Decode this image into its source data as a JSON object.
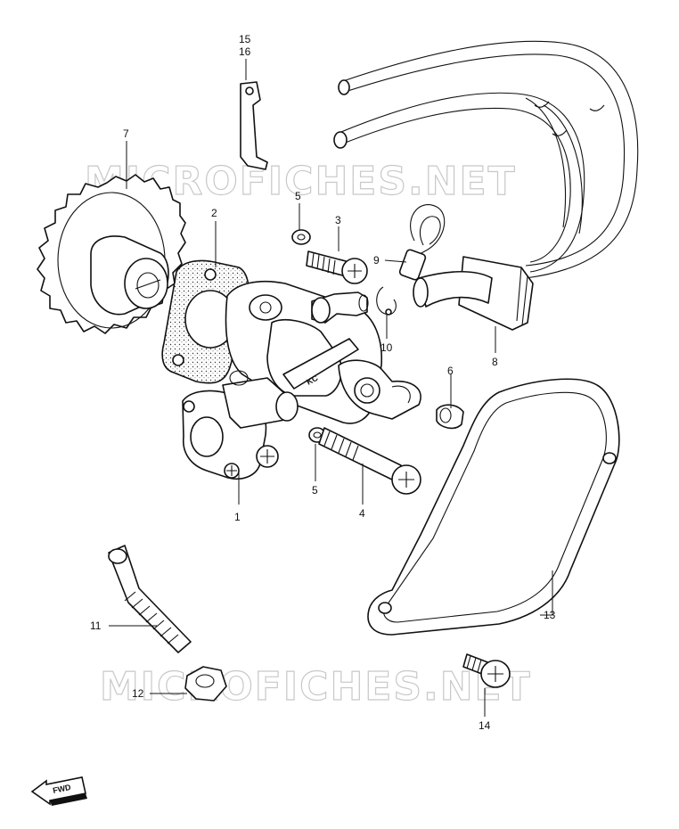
{
  "watermarks": [
    "MICROFICHES.NET",
    "MICROFICHES.NET"
  ],
  "fwd_label": "FWD",
  "callouts": [
    {
      "id": "1",
      "text": "1"
    },
    {
      "id": "2",
      "text": "2"
    },
    {
      "id": "3",
      "text": "3"
    },
    {
      "id": "4",
      "text": "4"
    },
    {
      "id": "5a",
      "text": "5"
    },
    {
      "id": "5b",
      "text": "5"
    },
    {
      "id": "6",
      "text": "6"
    },
    {
      "id": "7",
      "text": "7"
    },
    {
      "id": "8",
      "text": "8"
    },
    {
      "id": "9",
      "text": "9"
    },
    {
      "id": "10",
      "text": "10"
    },
    {
      "id": "11",
      "text": "11"
    },
    {
      "id": "12",
      "text": "12"
    },
    {
      "id": "13",
      "text": "13"
    },
    {
      "id": "14",
      "text": "14"
    },
    {
      "id": "15",
      "text": "15"
    },
    {
      "id": "16",
      "text": "16"
    }
  ]
}
